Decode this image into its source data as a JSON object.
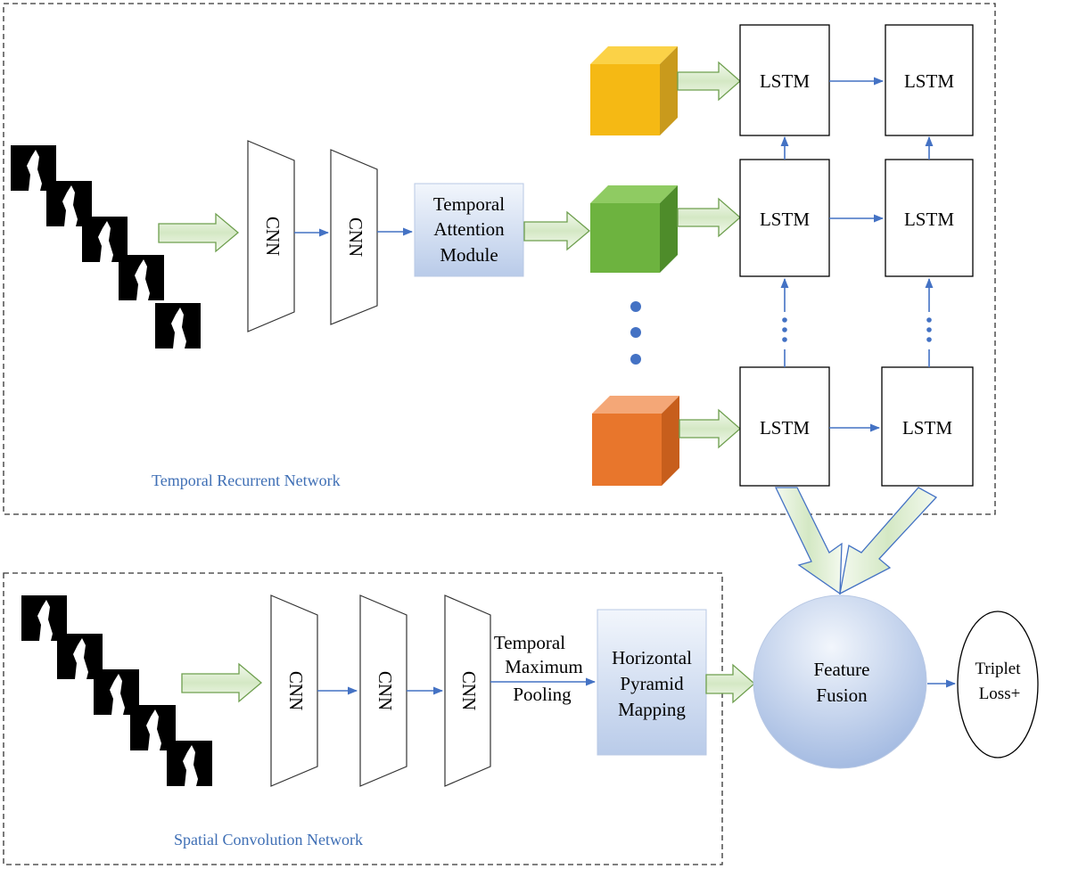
{
  "temporal_section": {
    "label": "Temporal Recurrent Network",
    "cnn_labels": [
      "CNN",
      "CNN"
    ],
    "attention_module": [
      "Temporal",
      "Attention",
      "Module"
    ],
    "lstm_rows": [
      [
        "LSTM",
        "LSTM"
      ],
      [
        "LSTM",
        "LSTM"
      ],
      [
        "LSTM",
        "LSTM"
      ]
    ]
  },
  "spatial_section": {
    "label": "Spatial Convolution Network",
    "cnn_labels": [
      "CNN",
      "CNN",
      "CNN"
    ],
    "pooling_label": [
      "Temporal",
      "Maximum",
      "Pooling"
    ],
    "mapping_module": [
      "Horizontal",
      "Pyramid",
      "Mapping"
    ]
  },
  "fusion": [
    "Feature",
    "Fusion"
  ],
  "loss": [
    "Triplet",
    "Loss+"
  ],
  "colors": {
    "cube_top": "#f5b914",
    "cube_middle": "#6db33f",
    "cube_bottom": "#e8762c",
    "link_blue": "#4472c4",
    "label_blue": "#3f6fb5",
    "fat_arrow_fill": "#e2efd9"
  }
}
